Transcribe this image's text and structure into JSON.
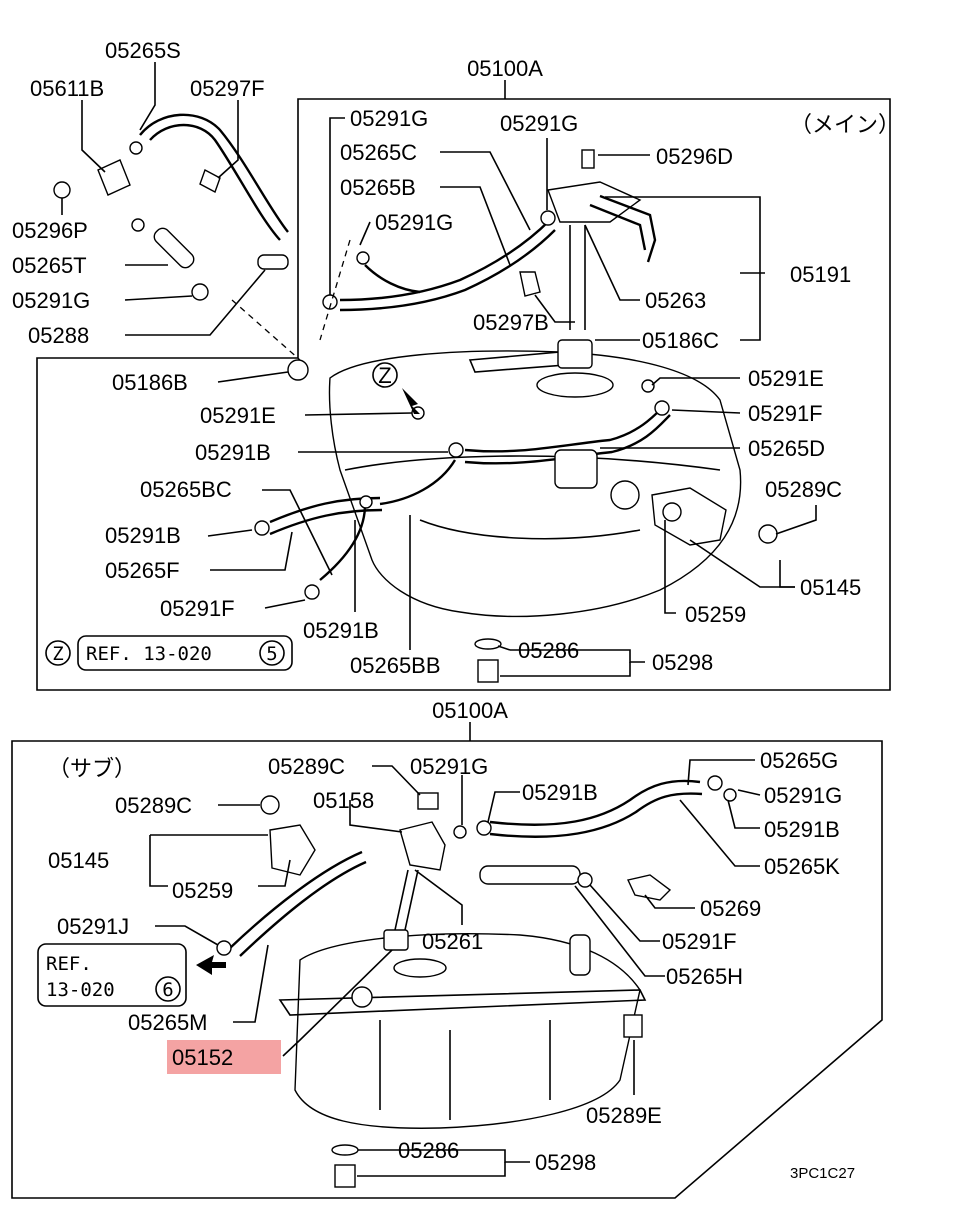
{
  "diagram": {
    "top_section": {
      "assembly_label": "05100A",
      "caption": "（メイン）",
      "labels": {
        "l05265S": "05265S",
        "l05611B": "05611B",
        "l05297F": "05297F",
        "l05296P": "05296P",
        "l05265T": "05265T",
        "l05291G_a": "05291G",
        "l05288": "05288",
        "l05291G_b": "05291G",
        "l05291G_c": "05291G",
        "l05265C": "05265C",
        "l05265B": "05265B",
        "l05291G_d": "05291G",
        "l05296D": "05296D",
        "l05191": "05191",
        "l05263": "05263",
        "l05297B": "05297B",
        "l05186C": "05186C",
        "l05186B": "05186B",
        "l05291E_a": "05291E",
        "l05291E_b": "05291E",
        "l05291F_a": "05291F",
        "l05291B_a": "05291B",
        "l05265D": "05265D",
        "l05265BC": "05265BC",
        "l05289C": "05289C",
        "l05291B_b": "05291B",
        "l05265F": "05265F",
        "l05145": "05145",
        "l05291F_b": "05291F",
        "l05291B_c": "05291B",
        "l05259": "05259",
        "l05286": "05286",
        "l05298": "05298",
        "l05265BB": "05265BB",
        "z_marker": "Z"
      },
      "ref_box": {
        "z": "Z",
        "text": "REF. 13-020",
        "num": "5"
      }
    },
    "bottom_section": {
      "assembly_label": "05100A",
      "caption": "（サブ）",
      "labels": {
        "l05289C_a": "05289C",
        "l05291G_a": "05291G",
        "l05265G": "05265G",
        "l05289C_b": "05289C",
        "l05158": "05158",
        "l05291B_a": "05291B",
        "l05291G_b": "05291G",
        "l05145": "05145",
        "l05291B_b": "05291B",
        "l05259": "05259",
        "l05265K": "05265K",
        "l05269": "05269",
        "l05291J": "05291J",
        "l05261": "05261",
        "l05291F": "05291F",
        "l05265H": "05265H",
        "l05265M": "05265M",
        "l05152": "05152",
        "l05289E": "05289E",
        "l05286": "05286",
        "l05298": "05298"
      },
      "ref_box": {
        "line1": "REF.",
        "line2": "13-020",
        "num": "6"
      },
      "highlight_color": "#f4a3a3"
    },
    "diagram_code": "3PC1C27"
  }
}
